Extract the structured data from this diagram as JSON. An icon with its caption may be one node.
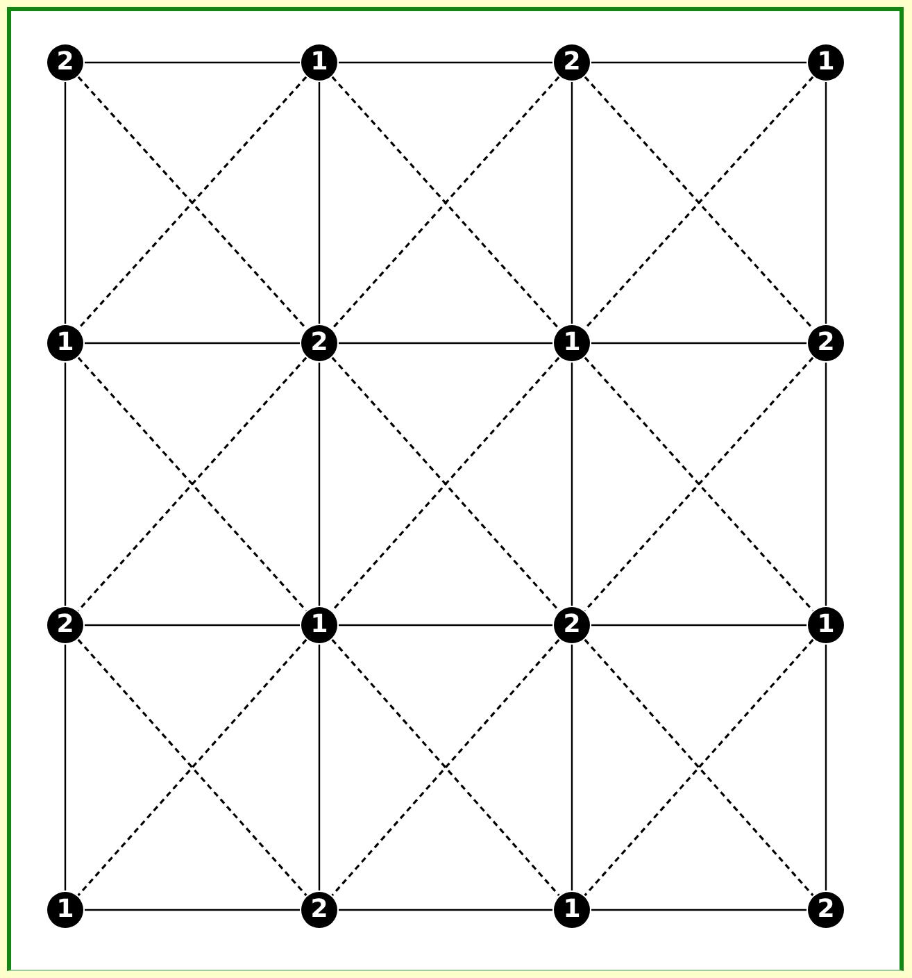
{
  "diagram": {
    "nodes": [
      {
        "text": [
          "2"
        ]
      },
      {
        "text": [
          "1"
        ]
      },
      {
        "text": [
          "2"
        ]
      },
      {
        "text": [
          "1"
        ]
      },
      {
        "text": [
          "1"
        ]
      },
      {
        "text": [
          "2"
        ]
      },
      {
        "text": [
          "1"
        ]
      },
      {
        "text": [
          "2"
        ]
      },
      {
        "text": [
          "2"
        ]
      },
      {
        "text": [
          "1"
        ]
      },
      {
        "text": [
          "2"
        ]
      },
      {
        "text": [
          "1"
        ]
      },
      {
        "text": [
          "1"
        ]
      },
      {
        "text": [
          "2"
        ]
      },
      {
        "text": [
          "1"
        ]
      },
      {
        "text": [
          "2"
        ]
      }
    ],
    "edges": [
      {
        "from": 0,
        "to": 1,
        "arrow": "none"
      },
      {
        "from": 1,
        "to": 2,
        "arrow": "none"
      },
      {
        "from": 2,
        "to": 3,
        "arrow": "none"
      },
      {
        "from": 4,
        "to": 5,
        "arrow": "none"
      },
      {
        "from": 5,
        "to": 6,
        "arrow": "none"
      },
      {
        "from": 6,
        "to": 7,
        "arrow": "none"
      },
      {
        "from": 8,
        "to": 9,
        "arrow": "none"
      },
      {
        "from": 9,
        "to": 10,
        "arrow": "none"
      },
      {
        "from": 10,
        "to": 11,
        "arrow": "none"
      },
      {
        "from": 12,
        "to": 13,
        "arrow": "none"
      },
      {
        "from": 13,
        "to": 14,
        "arrow": "none"
      },
      {
        "from": 14,
        "to": 15,
        "arrow": "none"
      },
      {
        "from": 0,
        "to": 4,
        "arrow": "none"
      },
      {
        "from": 4,
        "to": 8,
        "arrow": "none"
      },
      {
        "from": 8,
        "to": 12,
        "arrow": "none"
      },
      {
        "from": 1,
        "to": 5,
        "arrow": "none"
      },
      {
        "from": 5,
        "to": 9,
        "arrow": "none"
      },
      {
        "from": 9,
        "to": 13,
        "arrow": "none"
      },
      {
        "from": 2,
        "to": 6,
        "arrow": "none"
      },
      {
        "from": 6,
        "to": 10,
        "arrow": "none"
      },
      {
        "from": 10,
        "to": 14,
        "arrow": "none"
      },
      {
        "from": 3,
        "to": 7,
        "arrow": "none"
      },
      {
        "from": 7,
        "to": 11,
        "arrow": "none"
      },
      {
        "from": 11,
        "to": 15,
        "arrow": "none"
      },
      {
        "from": 0,
        "to": 5,
        "arrow": "none",
        "style": "dashed"
      },
      {
        "from": 1,
        "to": 4,
        "arrow": "none",
        "style": "dashed"
      },
      {
        "from": 1,
        "to": 6,
        "arrow": "none",
        "style": "dashed"
      },
      {
        "from": 2,
        "to": 5,
        "arrow": "none",
        "style": "dashed"
      },
      {
        "from": 2,
        "to": 7,
        "arrow": "none",
        "style": "dashed"
      },
      {
        "from": 3,
        "to": 6,
        "arrow": "none",
        "style": "dashed"
      },
      {
        "from": 4,
        "to": 9,
        "arrow": "none",
        "style": "dashed"
      },
      {
        "from": 5,
        "to": 8,
        "arrow": "none",
        "style": "dashed"
      },
      {
        "from": 5,
        "to": 10,
        "arrow": "none",
        "style": "dashed"
      },
      {
        "from": 6,
        "to": 9,
        "arrow": "none",
        "style": "dashed"
      },
      {
        "from": 6,
        "to": 11,
        "arrow": "none",
        "style": "dashed"
      },
      {
        "from": 7,
        "to": 10,
        "arrow": "none",
        "style": "dashed"
      },
      {
        "from": 8,
        "to": 13,
        "arrow": "none",
        "style": "dashed"
      },
      {
        "from": 9,
        "to": 12,
        "arrow": "none",
        "style": "dashed"
      },
      {
        "from": 9,
        "to": 14,
        "arrow": "none",
        "style": "dashed"
      },
      {
        "from": 10,
        "to": 13,
        "arrow": "none",
        "style": "dashed"
      },
      {
        "from": 10,
        "to": 15,
        "arrow": "none",
        "style": "dashed"
      },
      {
        "from": 11,
        "to": 14,
        "arrow": "none",
        "style": "dashed"
      }
    ]
  }
}
